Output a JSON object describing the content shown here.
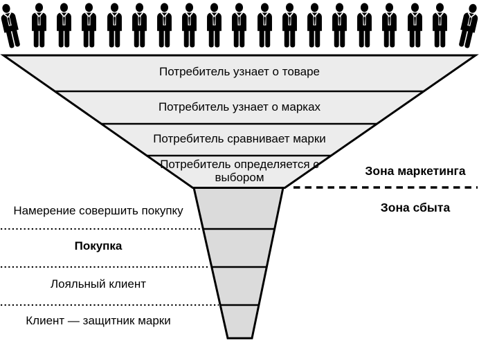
{
  "people": {
    "count": 19,
    "icon": "businessman-icon"
  },
  "funnel": {
    "bands": [
      {
        "label": "Потребитель узнает о товаре"
      },
      {
        "label": "Потребитель узнает о марках"
      },
      {
        "label": "Потребитель сравнивает марки"
      },
      {
        "label": "Потребитель определяется с выбором"
      }
    ],
    "zone_marketing": "Зона маркетинга",
    "zone_sales": "Зона сбыта",
    "stages": [
      {
        "label": "Намерение совершить покупку",
        "bold": false
      },
      {
        "label": "Покупка",
        "bold": true
      },
      {
        "label": "Лояльный клиент",
        "bold": false
      },
      {
        "label": "Клиент — защитник марки",
        "bold": false
      }
    ],
    "colors": {
      "band_fill": "#ececec",
      "stem_fill": "#dbdbdb",
      "outline": "#000000"
    }
  }
}
